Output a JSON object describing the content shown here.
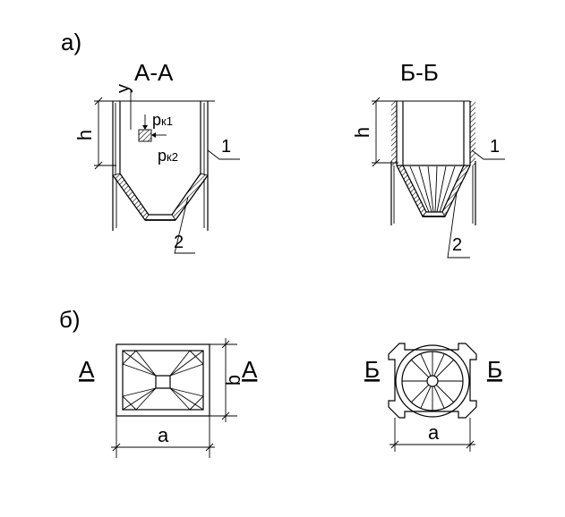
{
  "labels": {
    "part_a": "а)",
    "part_b": "б)",
    "section_aa": "А-А",
    "section_bb": "Б-Б",
    "h_left": "h",
    "h_right": "h",
    "y_axis": "y",
    "pk1": "p",
    "pk1_sub": "к1",
    "pk2": "p",
    "pk2_sub": "к2",
    "callout_1_left": "1",
    "callout_2_left": "2",
    "callout_1_right": "1",
    "callout_2_right": "2",
    "cut_a_left": "А",
    "cut_a_right": "А",
    "cut_b_left": "Б",
    "cut_b_right": "Б",
    "dim_a_left": "a",
    "dim_b_left": "b",
    "dim_a_right": "a"
  }
}
